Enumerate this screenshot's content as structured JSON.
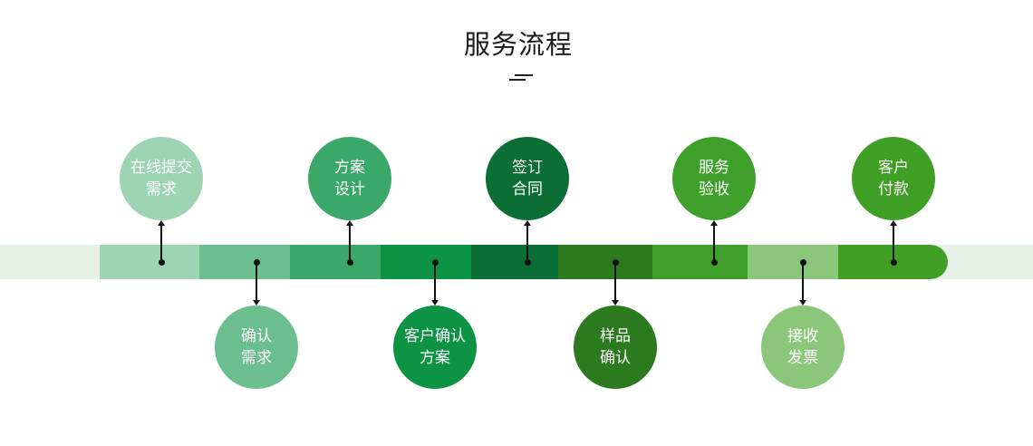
{
  "title": "服务流程",
  "steps": [
    {
      "line1": "在线提交",
      "line2": "需求",
      "color": "#9dd4b3",
      "band": "#9dd4b3",
      "position": "top"
    },
    {
      "line1": "确认",
      "line2": "需求",
      "color": "#6bbf8e",
      "band": "#6bbf8e",
      "position": "bottom"
    },
    {
      "line1": "方案",
      "line2": "设计",
      "color": "#3aa868",
      "band": "#3aa868",
      "position": "top"
    },
    {
      "line1": "客户确认",
      "line2": "方案",
      "color": "#0c9444",
      "band": "#0c9444",
      "position": "bottom"
    },
    {
      "line1": "签订",
      "line2": "合同",
      "color": "#0b6e35",
      "band": "#0b6e35",
      "position": "top"
    },
    {
      "line1": "样品",
      "line2": "确认",
      "color": "#2c7a1e",
      "band": "#2c7a1e",
      "position": "bottom"
    },
    {
      "line1": "服务",
      "line2": "验收",
      "color": "#3ea02a",
      "band": "#3ea02a",
      "position": "top"
    },
    {
      "line1": "接收",
      "line2": "发票",
      "color": "#8bc77a",
      "band": "#8bc77a",
      "position": "bottom"
    },
    {
      "line1": "客户",
      "line2": "付款",
      "color": "#3f9f25",
      "band": "#3f9f25",
      "position": "top"
    }
  ]
}
